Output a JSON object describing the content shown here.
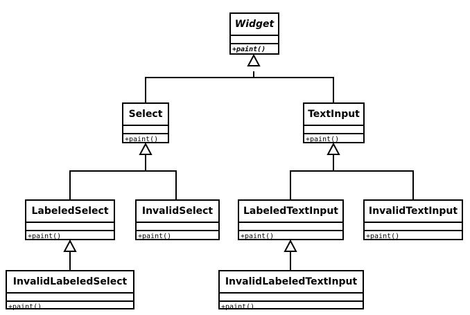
{
  "classes": {
    "widget": {
      "name": "Widget",
      "op": "+paint()"
    },
    "select": {
      "name": "Select",
      "op": "+paint()"
    },
    "textinput": {
      "name": "TextInput",
      "op": "+paint()"
    },
    "labeledselect": {
      "name": "LabeledSelect",
      "op": "+paint()"
    },
    "invalidselect": {
      "name": "InvalidSelect",
      "op": "+paint()"
    },
    "labeledtextinput": {
      "name": "LabeledTextInput",
      "op": "+paint()"
    },
    "invalidtextinput": {
      "name": "InvalidTextInput",
      "op": "+paint()"
    },
    "invalidlabeledselect": {
      "name": "InvalidLabeledSelect",
      "op": "+paint()"
    },
    "invalidlabeledtextinput": {
      "name": "InvalidLabeledTextInput",
      "op": "+paint()"
    }
  },
  "colors": {
    "stroke": "#000000",
    "fill": "#ffffff"
  }
}
